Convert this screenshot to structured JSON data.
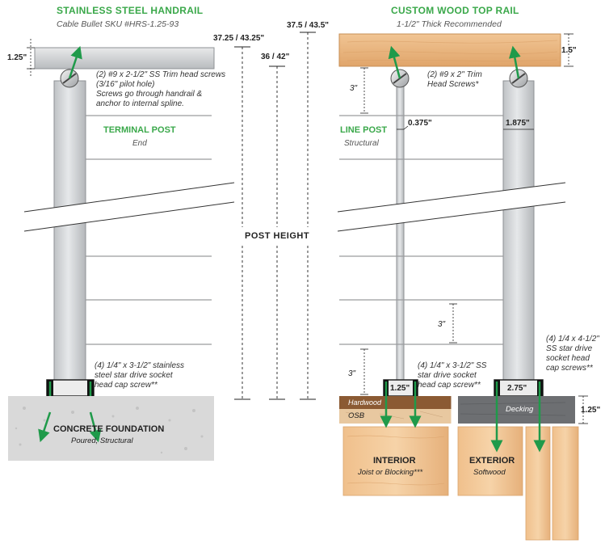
{
  "left": {
    "title": "STAINLESS STEEL HANDRAIL",
    "subtitle": "Cable Bullet SKU #HRS-1.25-93",
    "rail_dim": "1.25\"",
    "trim_screw_note": "(2) #9 x 2-1/2\" SS Trim head screws\n(3/16\" pilot hole)\nScrews go through handrail &\nanchor to internal spline.",
    "post_label": "TERMINAL POST",
    "post_sub": "End",
    "base_screw_note": "(4) 1/4\" x 3-1/2\" stainless\nsteel star drive socket\nhead cap screw**",
    "foundation_label": "CONCRETE FOUNDATION",
    "foundation_sub": "Poured, Structural"
  },
  "center": {
    "dim_a": "37.25 / 43.25\"",
    "dim_b": "36 / 42\"",
    "dim_c": "37.5 / 43.5\"",
    "post_height": "POST HEIGHT"
  },
  "right": {
    "title": "CUSTOM WOOD TOP RAIL",
    "subtitle": "1-1/2\" Thick Recommended",
    "rail_dim": "1.5\"",
    "trim_screw_note": "(2) #9 x 2\" Trim\nHead Screws*",
    "top_gap": "3\"",
    "line_post_label": "LINE POST",
    "line_post_sub": "Structural",
    "line_post_width": "0.375\"",
    "terminal_post_width": "1.875\"",
    "cable_spacing": "3\"",
    "bottom_gap": "3\"",
    "line_base_screw_note": "(4) 1/4\" x 3-1/2\" SS\nstar drive socket\nhead cap screw**",
    "line_base_width": "1.25\"",
    "terminal_base_screw_note": "(4) 1/4 x 4-1/2\"\nSS star drive\nsocket head\ncap screws**",
    "terminal_base_width": "2.75\"",
    "hardwood_label": "Hardwood",
    "osb_label": "OSB",
    "decking_label": "Decking",
    "decking_dim": "1.25\"",
    "interior_label": "INTERIOR",
    "interior_sub": "Joist or Blocking***",
    "exterior_label": "EXTERIOR",
    "exterior_sub": "Softwood"
  },
  "colors": {
    "accent_green": "#3aa84a",
    "steel": "#d4d6d8",
    "wood": "#e9b57e",
    "concrete": "#dcdcdc",
    "decking": "#6d6f72"
  }
}
